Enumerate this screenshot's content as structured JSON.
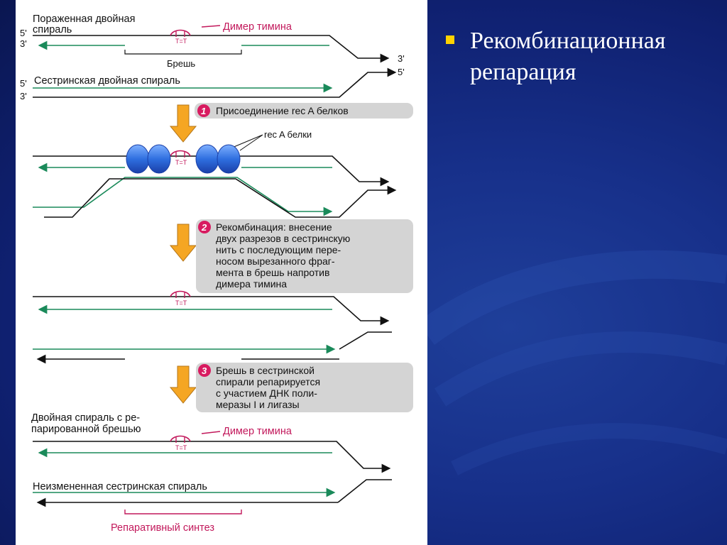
{
  "slide": {
    "title_line1": "Рекомбинационная",
    "title_line2": "репарация",
    "bullet_color": "#ffd200"
  },
  "diagram": {
    "label_damaged": "Пораженная двойная",
    "label_damaged2": "спираль",
    "label_dimer": "Димер тимина",
    "label_gap": "Брешь",
    "label_sister": "Сестринская двойная спираль",
    "strand_5": "5'",
    "strand_3": "3'",
    "tt": "T=T",
    "rec_a_proteins": "rec A белки",
    "step1_num": "1",
    "step1_text": "Присоединение rec A белков",
    "step2_num": "2",
    "step2_lines": [
      "Рекомбинация: внесение",
      "двух разрезов в сестринскую",
      "нить с последующим пере-",
      "носом вырезанного фраг-",
      "мента в брешь напротив",
      "димера тимина"
    ],
    "step3_num": "3",
    "step3_lines": [
      "Брешь в сестринской",
      "спирали репарируется",
      "с участием ДНК поли-",
      "меразы I и лигазы"
    ],
    "label_repaired1": "Двойная спираль с ре-",
    "label_repaired2": "парированной брешью",
    "label_dimer2": "Димер тимина",
    "label_unchanged": "Неизмененная сестринская спираль",
    "label_repair_synth": "Репаративный синтез",
    "colors": {
      "strand_black": "#111111",
      "strand_green": "#1a8a5a",
      "magenta": "#c2185b",
      "protein_blue": "#2f6fe0",
      "arrow_orange": "#f5a623",
      "step_box": "#d4d4d4",
      "step_num": "#d81b60"
    }
  }
}
